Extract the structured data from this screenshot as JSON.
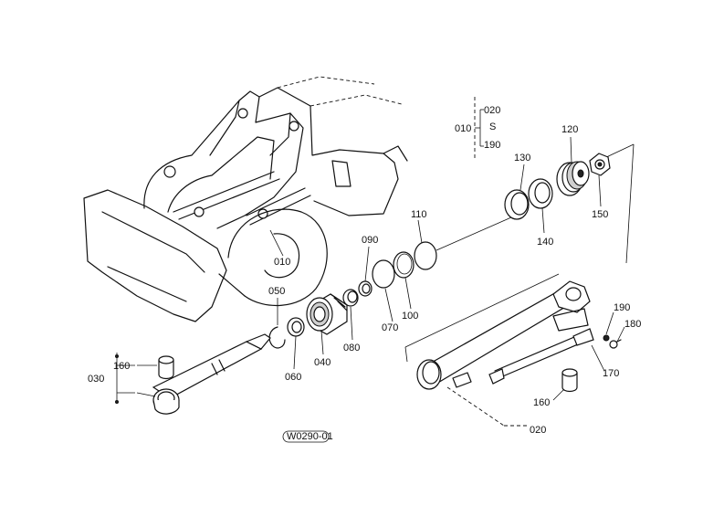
{
  "callouts": {
    "c010a": "010",
    "c020a": "020",
    "c190a": "190",
    "tilde": "S",
    "c120": "120",
    "c130": "130",
    "c140": "140",
    "c150": "150",
    "c110": "110",
    "c090": "090",
    "c070": "070",
    "c100": "100",
    "c080": "080",
    "c040": "040",
    "c050": "050",
    "c060": "060",
    "c010b": "010",
    "c160a": "160",
    "c030": "030",
    "c190b": "190",
    "c180": "180",
    "c170": "170",
    "c160b": "160",
    "c020b": "020"
  },
  "figure_code": "W0290-01"
}
